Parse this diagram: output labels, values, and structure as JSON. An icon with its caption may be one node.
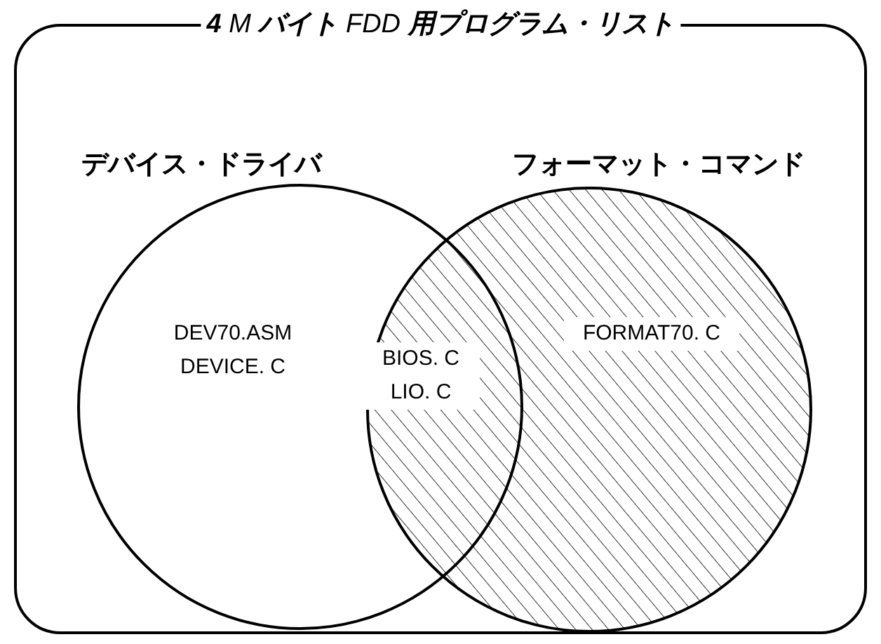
{
  "diagram": {
    "nodes": [
      {
        "text": [
          "**4** M **バイト** FDD **用プログラム・リスト**"
        ]
      },
      {
        "text": [
          "デバイス・ドライバ",
          "DEV70.ASM DEVICE. C"
        ],
        "in": 0
      },
      {
        "text": [
          "フォーマット・コマンド",
          "FORMAT70. C"
        ],
        "in": 0
      }
    ],
    "labels": [
      "BIOS. C LIO. C"
    ]
  }
}
